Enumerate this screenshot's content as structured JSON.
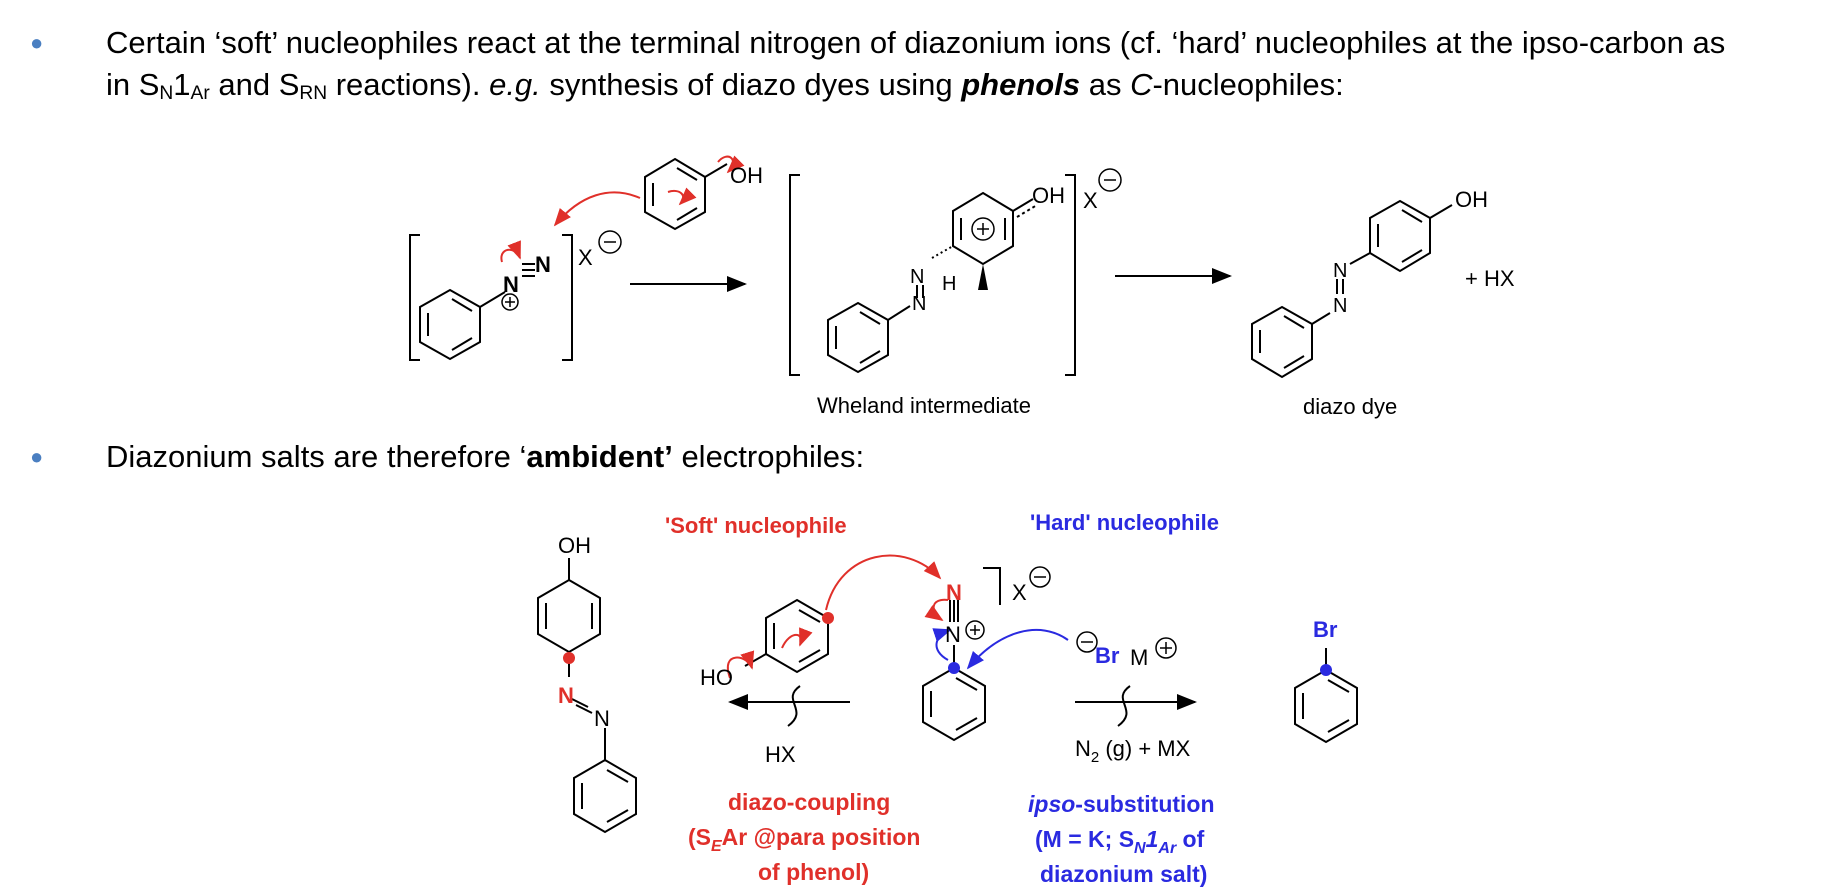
{
  "bullet1": {
    "line1": "Certain ‘soft’ nucleophiles react at the terminal nitrogen of diazonium ions (cf. ‘hard’ nucleophiles at the ipso-carbon as",
    "l2_in": "in S",
    "l2_sub_n": "N",
    "l2_one": "1",
    "l2_sub_ar": "Ar",
    "l2_and": " and S",
    "l2_sub_rn": "RN",
    "l2_reactions": "  reactions). ",
    "l2_eg": "e.g.",
    "l2_synth": " synthesis of diazo dyes using ",
    "l2_phenols": "phenols",
    "l2_as": " as ",
    "l2_c": "C",
    "l2_end": "-nucleophiles:"
  },
  "bullet2": {
    "pre": "Diazonium salts are therefore ‘",
    "bold": "ambident’",
    "post": " electrophiles:"
  },
  "scheme1": {
    "oh": "OH",
    "n": "N",
    "x": "X",
    "h": "H",
    "plus_hx": "+  HX",
    "wheland_label": "Wheland intermediate",
    "dye_label": "diazo dye"
  },
  "scheme2": {
    "soft_label": "'Soft' nucleophile",
    "hard_label": "'Hard' nucleophile",
    "oh": "OH",
    "ho": "HO",
    "n": "N",
    "x": "X",
    "br": "Br",
    "m": "M",
    "hx": "HX",
    "n2_pre": "N",
    "n2_sub": "2",
    "n2_post": " (g) + MX",
    "coupling_l1": "diazo-coupling",
    "coupling_l2_a": "(S",
    "coupling_l2_sub": "E",
    "coupling_l2_b": "Ar @para position",
    "coupling_l3": "of phenol)",
    "ipso_l1_it": "ipso",
    "ipso_l1_rest": "-substitution",
    "ipso_l2_a": "(M = K; S",
    "ipso_l2_sub": "N",
    "ipso_l2_it": "1",
    "ipso_l2_sub2": "Ar",
    "ipso_l2_b": " of",
    "ipso_l3": "diazonium salt)"
  },
  "colors": {
    "bullet": "#4a7fc1",
    "red": "#e0302a",
    "blue": "#2a2ae0",
    "black": "#000000"
  }
}
